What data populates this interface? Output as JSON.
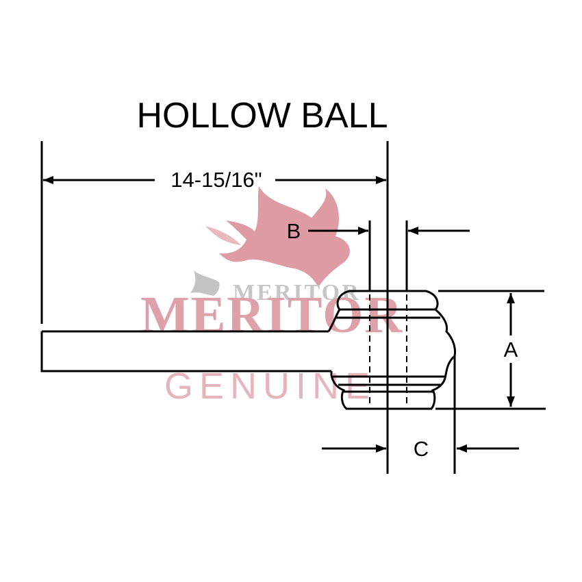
{
  "diagram": {
    "title": "HOLLOW BALL",
    "overall_length_label": "14-15/16\"",
    "dimension_labels": {
      "a": "A",
      "b": "B",
      "c": "C"
    }
  },
  "watermark": {
    "logo_text": "MERITOR",
    "word": "MERITOR",
    "tagline": "GENUINE",
    "color": "#c9727d",
    "icon": "bull-head-logo-icon"
  },
  "colors": {
    "line": "#000000",
    "background": "#ffffff"
  }
}
